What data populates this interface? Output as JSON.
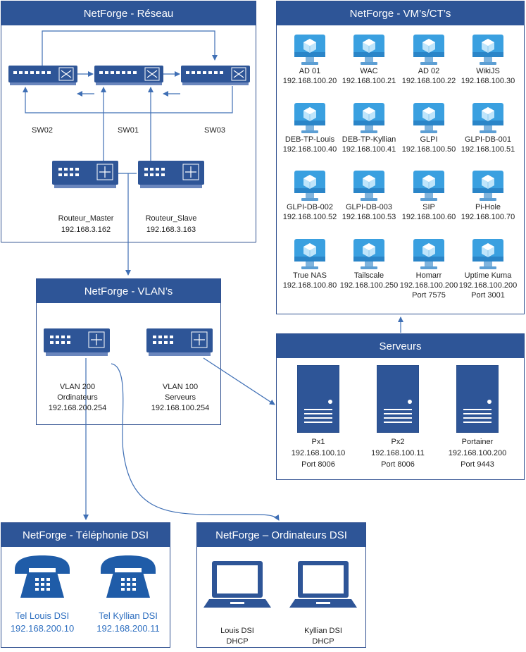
{
  "colors": {
    "header": "#2e5597",
    "device": "#2e5597",
    "wire": "#3f6fb5",
    "vm": "#3aa0e0",
    "phone": "#1f5ca8"
  },
  "network": {
    "title": "NetForge - Réseau",
    "sw02": "SW02",
    "sw01": "SW01",
    "sw03": "SW03",
    "router_master": {
      "name": "Routeur_Master",
      "ip": "192.168.3.162"
    },
    "router_slave": {
      "name": "Routeur_Slave",
      "ip": "192.168.3.163"
    }
  },
  "vms": {
    "title": "NetForge - VM’s/CT’s",
    "items": [
      {
        "name": "AD 01",
        "ip": "192.168.100.20"
      },
      {
        "name": "WAC",
        "ip": "192.168.100.21"
      },
      {
        "name": "AD 02",
        "ip": "192.168.100.22"
      },
      {
        "name": "WikiJS",
        "ip": "192.168.100.30"
      },
      {
        "name": "DEB-TP-Louis",
        "ip": "192.168.100.40"
      },
      {
        "name": "DEB-TP-Kyllian",
        "ip": "192.168.100.41"
      },
      {
        "name": "GLPI",
        "ip": "192.168.100.50"
      },
      {
        "name": "GLPI-DB-001",
        "ip": "192.168.100.51"
      },
      {
        "name": "GLPI-DB-002",
        "ip": "192.168.100.52"
      },
      {
        "name": "GLPI-DB-003",
        "ip": "192.168.100.53"
      },
      {
        "name": "SIP",
        "ip": "192.168.100.60"
      },
      {
        "name": "Pi-Hole",
        "ip": "192.168.100.70"
      },
      {
        "name": "True NAS",
        "ip": "192.168.100.80"
      },
      {
        "name": "Tailscale",
        "ip": "192.168.100.250"
      },
      {
        "name": "Homarr",
        "ip": "192.168.100.200",
        "port": "Port 7575"
      },
      {
        "name": "Uptime Kuma",
        "ip": "192.168.100.200",
        "port": "Port 3001"
      }
    ]
  },
  "vlans": {
    "title": "NetForge - VLAN’s",
    "vlan200": {
      "name": "VLAN 200",
      "role": "Ordinateurs",
      "ip": "192.168.200.254"
    },
    "vlan100": {
      "name": "VLAN 100",
      "role": "Serveurs",
      "ip": "192.168.100.254"
    }
  },
  "servers": {
    "title": "Serveurs",
    "items": [
      {
        "name": "Px1",
        "ip": "192.168.100.10",
        "port": "Port 8006"
      },
      {
        "name": "Px2",
        "ip": "192.168.100.11",
        "port": "Port 8006"
      },
      {
        "name": "Portainer",
        "ip": "192.168.100.200",
        "port": "Port 9443"
      }
    ]
  },
  "phones": {
    "title": "NetForge - Téléphonie DSI",
    "items": [
      {
        "name": "Tel Louis DSI",
        "ip": "192.168.200.10"
      },
      {
        "name": "Tel Kyllian DSI",
        "ip": "192.168.200.11"
      }
    ]
  },
  "computers": {
    "title": "NetForge – Ordinateurs DSI",
    "items": [
      {
        "name": "Louis DSI",
        "addr": "DHCP"
      },
      {
        "name": "Kyllian DSI",
        "addr": "DHCP"
      }
    ]
  }
}
